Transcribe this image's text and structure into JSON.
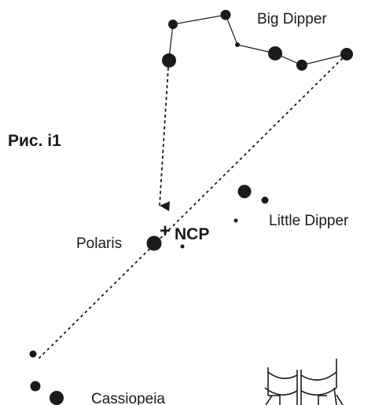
{
  "figure": {
    "caption": "Рис. i1"
  },
  "labels": {
    "big_dipper": "Big Dipper",
    "little_dipper": "Little Dipper",
    "polaris": "Polaris",
    "ncp": "NCP",
    "ncp_marker": "+",
    "cassiopeia": "Cassiopeia"
  }
}
